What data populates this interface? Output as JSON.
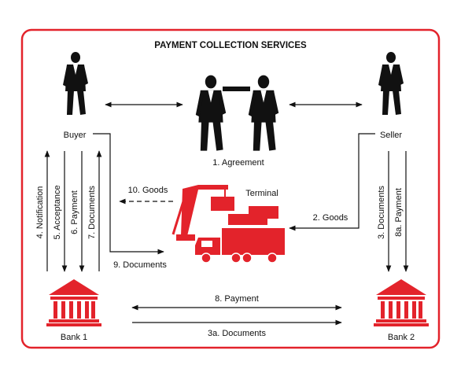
{
  "title": "PAYMENT COLLECTION SERVICES",
  "colors": {
    "accent": "#e3232b",
    "ink": "#111111",
    "background": "#ffffff"
  },
  "actors": {
    "buyer": "Buyer",
    "seller": "Seller",
    "bank1": "Bank 1",
    "bank2": "Bank 2",
    "terminal": "Terminal"
  },
  "flows": {
    "agreement": "1. Agreement",
    "goods_in": "2. Goods",
    "documents_3": "3. Documents",
    "payment_8a": "8a. Payment",
    "notification": "4. Notification",
    "acceptance": "5. Acceptance",
    "payment_6": "6. Payment",
    "documents_7": "7. Documents",
    "payment_8": "8. Payment",
    "documents_3a": "3a. Documents",
    "documents_9": "9. Documents",
    "goods_out": "10. Goods"
  },
  "icons": [
    "businessman-icon",
    "handshake-icon",
    "bank-icon",
    "crane-icon",
    "container-icon",
    "truck-icon"
  ]
}
